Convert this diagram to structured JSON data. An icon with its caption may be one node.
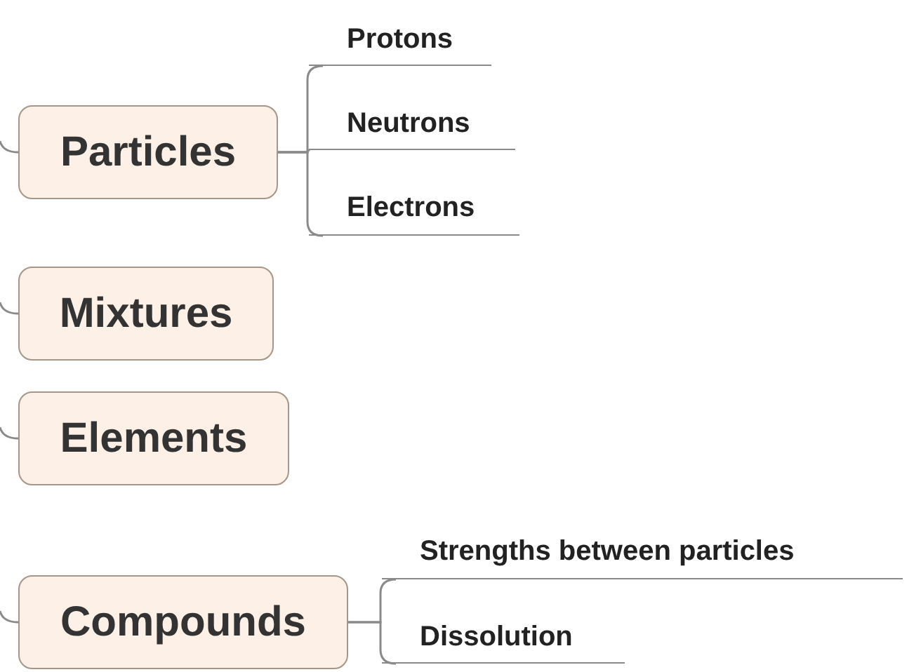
{
  "diagram": {
    "nodes": [
      {
        "text": [
          "Particles"
        ]
      },
      {
        "text": [
          "Protons"
        ]
      },
      {
        "text": [
          "Neutrons"
        ]
      },
      {
        "text": [
          "Electrons"
        ]
      },
      {
        "text": [
          "Mixtures"
        ]
      },
      {
        "text": [
          "Elements"
        ]
      },
      {
        "text": [
          "Compounds"
        ]
      },
      {
        "text": [
          "Strengths between particles"
        ]
      },
      {
        "text": [
          "Dissolution"
        ]
      }
    ],
    "edges": [
      {
        "from": null,
        "to": 0,
        "arrow": "none"
      },
      {
        "from": 0,
        "to": 1,
        "arrow": "none"
      },
      {
        "from": 0,
        "to": 2,
        "arrow": "none"
      },
      {
        "from": 0,
        "to": 3,
        "arrow": "none"
      },
      {
        "from": null,
        "to": 4,
        "arrow": "none"
      },
      {
        "from": null,
        "to": 5,
        "arrow": "none"
      },
      {
        "from": null,
        "to": 6,
        "arrow": "none"
      },
      {
        "from": 6,
        "to": 7,
        "arrow": "none"
      },
      {
        "from": 6,
        "to": 8,
        "arrow": "none"
      }
    ]
  }
}
